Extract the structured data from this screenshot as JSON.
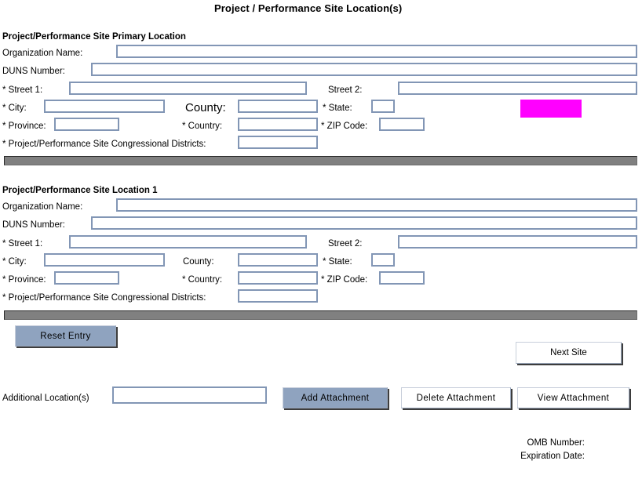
{
  "form": {
    "title": "Project / Performance Site Location(s)"
  },
  "primary_section": {
    "heading": "Project/Performance Site Primary Location",
    "fields": {
      "organization_name_label": "Organization Name:",
      "organization_name_value": "",
      "duns_number_label": "DUNS Number:",
      "duns_number_value": "",
      "street1_label": "* Street 1:",
      "street1_value": "",
      "street2_label": "Street 2:",
      "street2_value": "",
      "city_label": "* City:",
      "city_value": "",
      "county_label": "County:",
      "county_value": "",
      "state_label": "* State:",
      "state_value": "",
      "province_label": "* Province:",
      "province_value": "",
      "country_label": "* Country:",
      "country_value": "",
      "zip_label": "* ZIP Code:",
      "zip_value": "",
      "districts_label": "* Project/Performance Site Congressional Districts:",
      "districts_value": ""
    }
  },
  "location1_section": {
    "heading": "Project/Performance Site Location 1",
    "fields": {
      "organization_name_label": "Organization Name:",
      "organization_name_value": "",
      "duns_number_label": "DUNS Number:",
      "duns_number_value": "",
      "street1_label": "* Street 1:",
      "street1_value": "",
      "street2_label": "Street 2:",
      "street2_value": "",
      "city_label": "* City:",
      "city_value": "",
      "county_label": "County:",
      "county_value": "",
      "state_label": "* State:",
      "state_value": "",
      "province_label": "* Province:",
      "province_value": "",
      "country_label": "* Country:",
      "country_value": "",
      "zip_label": "* ZIP Code:",
      "zip_value": "",
      "districts_label": "* Project/Performance Site Congressional Districts:",
      "districts_value": ""
    }
  },
  "actions": {
    "reset_entry": "Reset Entry",
    "next_site": "Next Site",
    "add_attachment": "Add Attachment",
    "delete_attachment": "Delete Attachment",
    "view_attachment": "View  Attachment"
  },
  "additional": {
    "label": "Additional Location(s)",
    "value": ""
  },
  "footer": {
    "omb_number_label": "OMB Number:",
    "expiration_date_label": "Expiration Date:"
  },
  "colors": {
    "highlight": "#ff00ff",
    "separator": "#808080",
    "field_border": "#8296b5",
    "button_fill": "#8fa3bf"
  }
}
